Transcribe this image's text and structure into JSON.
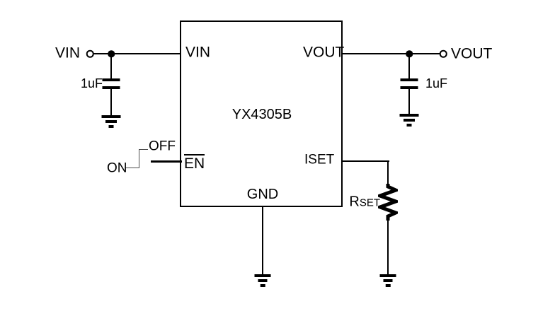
{
  "ic": {
    "part_number": "YX4305B",
    "pin_vin": "VIN",
    "pin_vout": "VOUT",
    "pin_en": "EN",
    "pin_iset": "ISET",
    "pin_gnd": "GND"
  },
  "terminals": {
    "vin": "VIN",
    "vout": "VOUT"
  },
  "components": {
    "input_cap": "1uF",
    "output_cap": "1uF",
    "rset_name": "R",
    "rset_subscript": "SET"
  },
  "enable_switch": {
    "off": "OFF",
    "on": "ON"
  },
  "colors": {
    "wire": "#000000",
    "background": "#ffffff",
    "switch_trace": "#4d4d4d"
  }
}
